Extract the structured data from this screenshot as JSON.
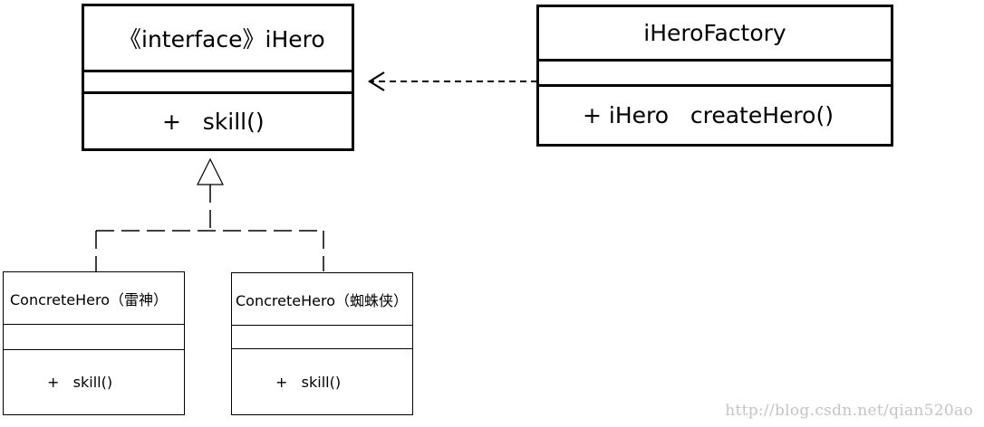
{
  "interface_class": {
    "stereotype_name": "《interface》iHero",
    "attributes": "",
    "methods": [
      "+   skill()"
    ]
  },
  "factory_class": {
    "name": "iHeroFactory",
    "attributes": "",
    "methods": [
      "+ iHero   createHero()"
    ]
  },
  "concrete_classes": [
    {
      "name": "ConcreteHero（雷神）",
      "attributes": "",
      "methods": [
        "+   skill()"
      ]
    },
    {
      "name": "ConcreteHero（蜘蛛侠）",
      "attributes": "",
      "methods": [
        "+   skill()"
      ]
    }
  ],
  "relationships": [
    {
      "type": "dependency",
      "from": "iHeroFactory",
      "to": "iHero"
    },
    {
      "type": "realization",
      "from": "ConcreteHero（雷神）",
      "to": "iHero"
    },
    {
      "type": "realization",
      "from": "ConcreteHero（蜘蛛侠）",
      "to": "iHero"
    }
  ],
  "watermark": "http://blog.csdn.net/qian520ao"
}
